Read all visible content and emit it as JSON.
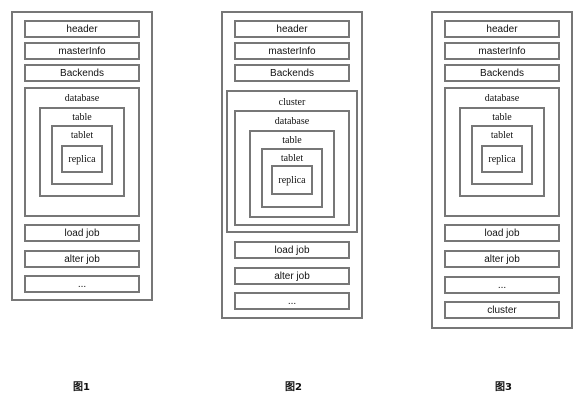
{
  "figures": [
    {
      "caption": "图1",
      "header": "header",
      "masterinfo": "masterInfo",
      "backends": "Backends",
      "database": "database",
      "table": "table",
      "tablet": "tablet",
      "replica": "replica",
      "load_job": "load job",
      "alter_job": "alter job",
      "ellipsis": "..."
    },
    {
      "caption": "图2",
      "header": "header",
      "masterinfo": "masterInfo",
      "backends": "Backends",
      "cluster": "cluster",
      "database": "database",
      "table": "table",
      "tablet": "tablet",
      "replica": "replica",
      "load_job": "load job",
      "alter_job": "alter job",
      "ellipsis": "..."
    },
    {
      "caption": "图3",
      "header": "header",
      "masterinfo": "masterInfo",
      "backends": "Backends",
      "database": "database",
      "table": "table",
      "tablet": "tablet",
      "replica": "replica",
      "load_job": "load job",
      "alter_job": "alter job",
      "ellipsis": "...",
      "cluster": "cluster"
    }
  ]
}
